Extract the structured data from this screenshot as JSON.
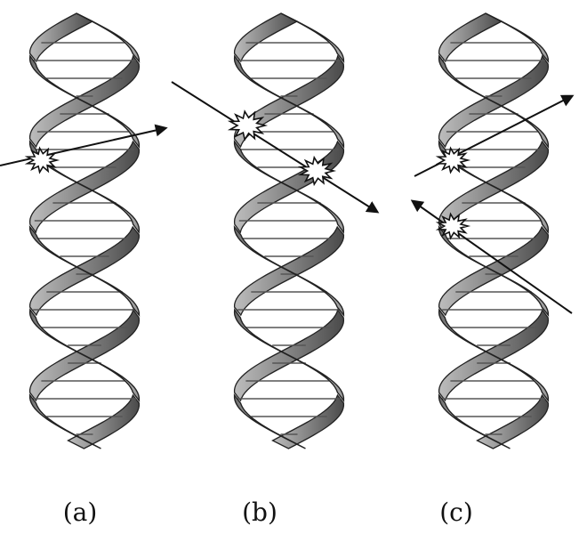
{
  "panels": [
    {
      "label": "(a)",
      "breaks": 1,
      "strand_ends": [
        "single"
      ]
    },
    {
      "label": "(b)",
      "breaks": 2,
      "strand_ends": [
        "single",
        "single"
      ]
    },
    {
      "label": "(c)",
      "breaks": 2,
      "strand_ends": [
        "opposite",
        "opposite"
      ]
    }
  ],
  "colors": {
    "strand_light": "#e8e8e8",
    "strand_mid": "#b4b4b4",
    "strand_dark": "#6a6a6a",
    "outline": "#222222",
    "rung": "#555555",
    "arrow": "#111111",
    "background": "#ffffff"
  },
  "icons": [
    "helix-strand",
    "base-pair-rung",
    "damage-starburst-icon",
    "radiation-track-arrow"
  ]
}
